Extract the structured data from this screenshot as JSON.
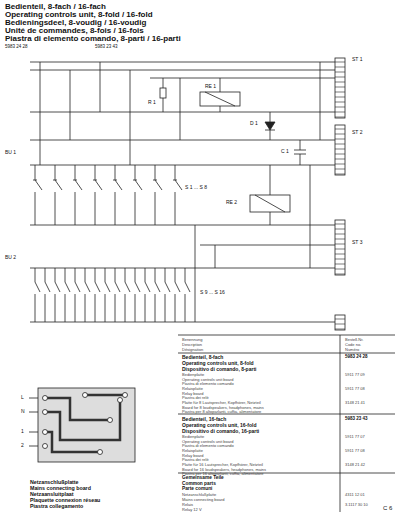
{
  "diagram": {
    "title": "Bedienteil, 8-fach / 16-fach",
    "labels": [
      "Operating controls unit, 8-fold / 16-fold",
      "Bedieningsdeel, 8-voudig / 16-voudig",
      "Unité de commandes, 8-fois / 16-fois",
      "Piastra di elemento comando, 8-parti / 16-parti",
      "5983 24 28",
      "5983 23 43",
      "ST 1",
      "ST 2",
      "ST 3",
      "RE 1",
      "RE 2",
      "D 1",
      "R 1",
      "BU 1",
      "S 1 ... S 8",
      "S 9 ... S 16",
      "BU 2",
      "C 1",
      "Benennung",
      "Description",
      "Désignation",
      "Bestell-Nr.",
      "Code no.",
      "Numéro",
      "Bedienteil, 8-fach",
      "Operating controls unit, 8-fold",
      "Dispositivo di comando, 8-parti",
      "5983 24 28",
      "Bedienplatte",
      "Operating controls unit board",
      "Piastra di elemento comando",
      "5911 77 09",
      "Relaisplatte",
      "Relay board",
      "Piastra dei relè",
      "5911 77 08",
      "Platte für 8 Lautsprecher, Kopfhörer, Netzteil",
      "Board for 8 loudspeakers, headphones, mains",
      "Piastra per 8 altoparlanti, cuffia, alimentatore",
      "3148 21 41",
      "Bedienteil, 16-fach",
      "Operating controls unit, 16-fold",
      "Dispositivo di comando, 16-parti",
      "5983 23 43",
      "Bedienplatte",
      "Operating controls unit board",
      "Piastra di elemento comando",
      "5911 77 07",
      "Relaisplatte",
      "Relay board",
      "Piastra dei relè",
      "5911 77 08",
      "Platte für 16 Lautsprecher, Kopfhörer, Netzteil",
      "Board for 16 loudspeakers, headphones, mains",
      "Piastra per 16 altoparlanti, cuffia, alimentatore",
      "3148 21 42",
      "Gemeinsame Teile",
      "Common parts",
      "Parte comuni",
      "Netzanschlußplatte",
      "Mains connecting board",
      "4311 12 01",
      "Relais",
      "Relay 12 V",
      "3.1117 30 10",
      "Netzanschlußplatte",
      "Mains connecting board",
      "Netzaansluitplaat",
      "Plaquette connexion réseau",
      "Piastra collegamento",
      "C 6",
      "L",
      "N",
      "1",
      "2"
    ]
  }
}
